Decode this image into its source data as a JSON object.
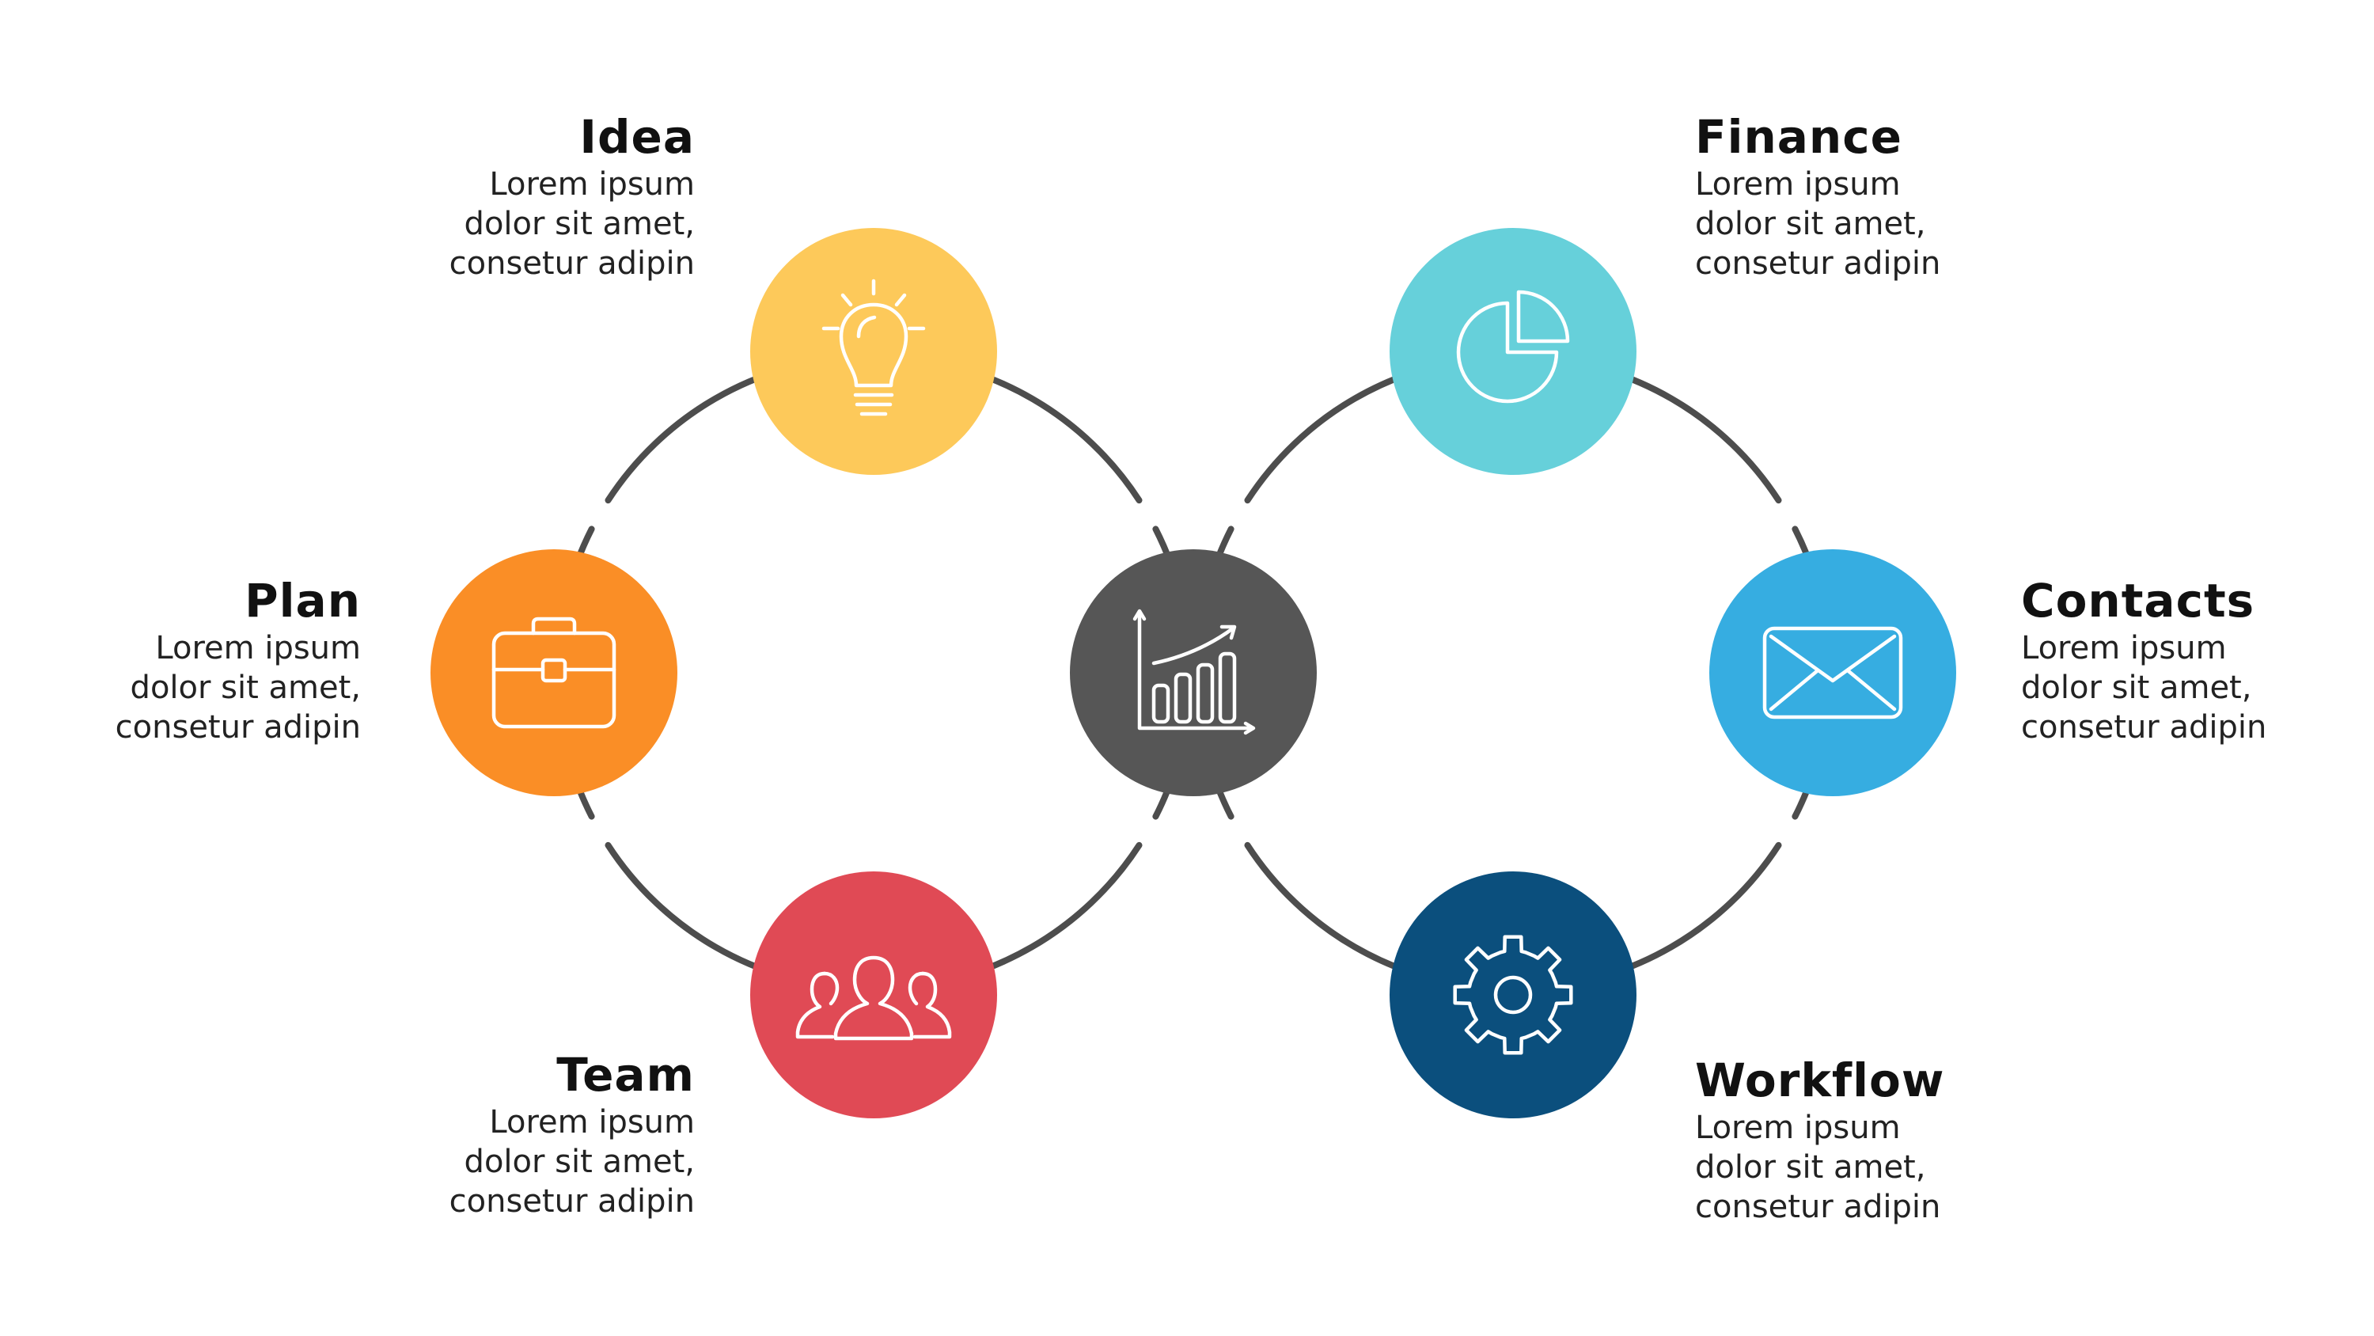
{
  "colors": {
    "ring": "#4d4d4d",
    "center": "#565656",
    "idea": "#fdc95a",
    "plan": "#fa8e26",
    "team": "#e04a55",
    "finance": "#66d0da",
    "contacts": "#36ade1",
    "workflow": "#0b4f7d",
    "icon_stroke": "#ffffff"
  },
  "center": {
    "icon": "bar-chart-growth-icon"
  },
  "steps": [
    {
      "id": "idea",
      "title": "Idea",
      "icon": "lightbulb-icon",
      "description": [
        "Lorem ipsum",
        "dolor sit amet,",
        "consetur adipin"
      ]
    },
    {
      "id": "plan",
      "title": "Plan",
      "icon": "briefcase-icon",
      "description": [
        "Lorem ipsum",
        "dolor sit amet,",
        "consetur adipin"
      ]
    },
    {
      "id": "team",
      "title": "Team",
      "icon": "people-group-icon",
      "description": [
        "Lorem ipsum",
        "dolor sit amet,",
        "consetur adipin"
      ]
    },
    {
      "id": "finance",
      "title": "Finance",
      "icon": "pie-chart-icon",
      "description": [
        "Lorem ipsum",
        "dolor sit amet,",
        "consetur adipin"
      ]
    },
    {
      "id": "contacts",
      "title": "Contacts",
      "icon": "envelope-icon",
      "description": [
        "Lorem ipsum",
        "dolor sit amet,",
        "consetur adipin"
      ]
    },
    {
      "id": "workflow",
      "title": "Workflow",
      "icon": "gear-icon",
      "description": [
        "Lorem ipsum",
        "dolor sit amet,",
        "consetur adipin"
      ]
    }
  ]
}
